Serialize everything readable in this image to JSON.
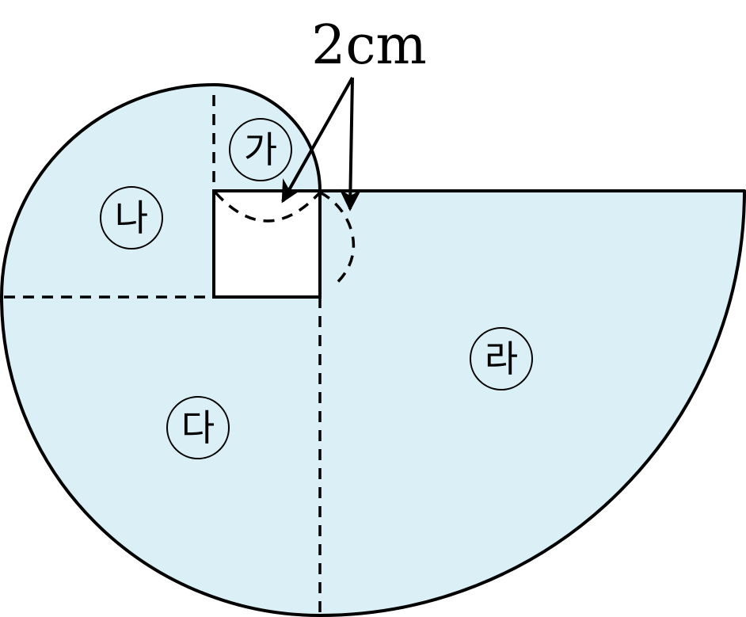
{
  "measure_label": "2cm",
  "regions": [
    {
      "id": "ga",
      "label": "가"
    },
    {
      "id": "na",
      "label": "나"
    },
    {
      "id": "da",
      "label": "다"
    },
    {
      "id": "ra",
      "label": "라"
    }
  ],
  "colors": {
    "fill": "#daeff6",
    "stroke": "#000000"
  }
}
